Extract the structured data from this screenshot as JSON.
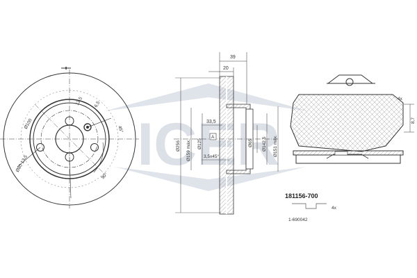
{
  "watermark": {
    "text": "ICER",
    "color": "#d7dbe3"
  },
  "disc_front": {
    "dia_outer_pcd": "Ø80 13,5",
    "dia_hub": "Ø100",
    "dim_13_5": "13,5",
    "dim_6_5": "6,5",
    "angle_45": "45°",
    "angle_90": "90°"
  },
  "disc_section": {
    "width_total": "39",
    "width_inner": "20",
    "dim_33_5": "33,5",
    "datum_a": "A",
    "chamfer": "3,5x45°",
    "dia_256": "Ø256",
    "dia_159": "Ø159 máx.",
    "dia_125": "Ø125",
    "dia_142_5": "Ø142,5",
    "dia_65": "Ø65",
    "dia_151": "Ø151 máx."
  },
  "pad": {
    "qty_top": "4x",
    "thickness": "8,7",
    "part_number": "181156-700",
    "qty_bottom": "4x",
    "accessory_number": "1-690042"
  },
  "colors": {
    "line": "#333333",
    "hatch": "#888888"
  }
}
